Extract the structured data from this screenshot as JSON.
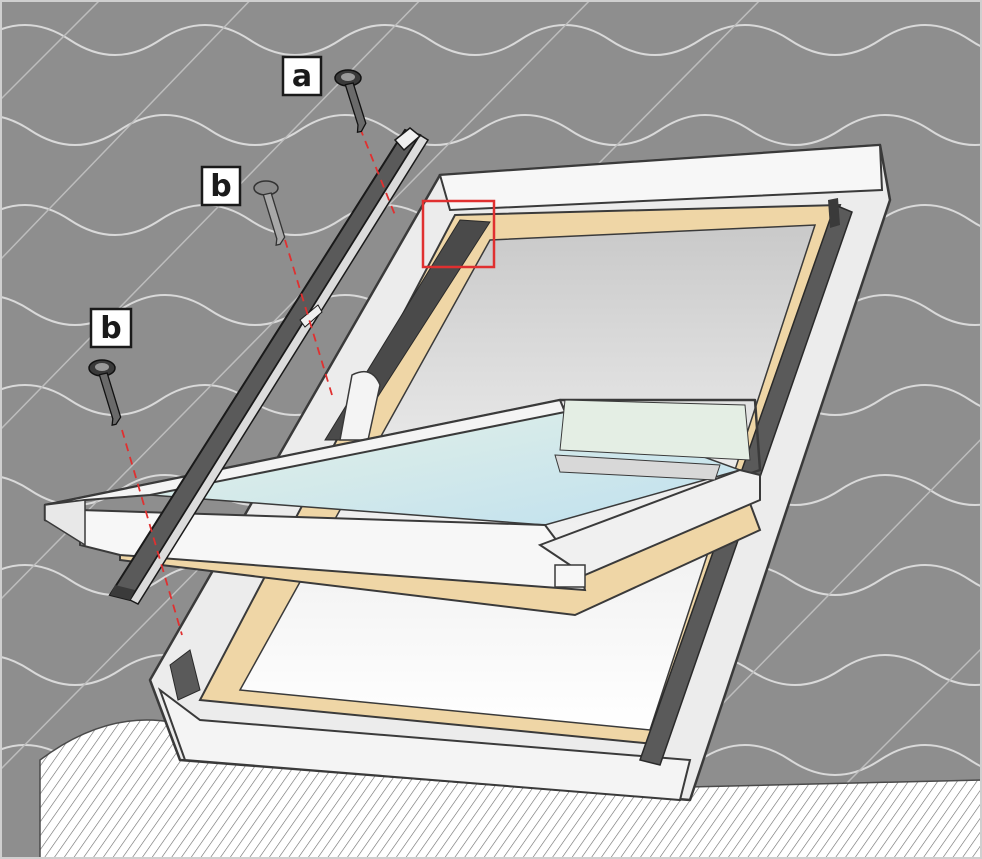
{
  "callouts": {
    "a": "a",
    "b_upper": "b",
    "b_lower": "b"
  },
  "colors": {
    "roof_tile": "#8e8e8e",
    "tile_line": "#d4d4d4",
    "frame_white": "#f2f2f2",
    "frame_edge": "#3a3a3a",
    "wood": "#efd6a6",
    "glass": "#cfe6f0",
    "flashing_dark": "#4a4a4a",
    "highlight_box": "#e03030",
    "guide_line": "#e03030"
  },
  "icons": {
    "screw_a": "screw-icon",
    "screw_b_upper": "screw-icon",
    "screw_b_lower": "screw-icon"
  }
}
